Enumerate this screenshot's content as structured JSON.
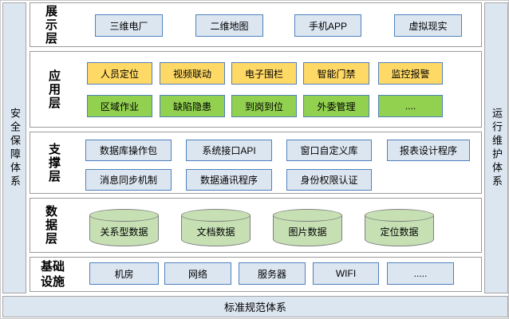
{
  "banners": {
    "left": "安全保障体系",
    "right": "运行维护体系",
    "bottom": "标准规范体系"
  },
  "layers": {
    "presentation": {
      "label": "展示层",
      "items": [
        "三维电厂",
        "二维地图",
        "手机APP",
        "虚拟现实"
      ]
    },
    "application": {
      "label": "应用层",
      "row1": [
        "人员定位",
        "视频联动",
        "电子围栏",
        "智能门禁",
        "监控报警"
      ],
      "row2": [
        "区域作业",
        "缺陷隐患",
        "到岗到位",
        "外委管理",
        "...."
      ]
    },
    "support": {
      "label": "支撑层",
      "row1": [
        "数据库操作包",
        "系统接口API",
        "窗口自定义库",
        "报表设计程序"
      ],
      "row2": [
        "消息同步机制",
        "数据通讯程序",
        "身份权限认证"
      ]
    },
    "data": {
      "label": "数据层",
      "items": [
        "关系型数据",
        "文档数据",
        "图片数据",
        "定位数据"
      ]
    },
    "infrastructure": {
      "label": "基础设施",
      "items": [
        "机房",
        "网络",
        "服务器",
        "WIFI",
        "....."
      ]
    }
  },
  "colors": {
    "banner_fill": "#dce6f1",
    "box_blue_fill": "#dce6f1",
    "box_border_blue": "#4f81bd",
    "box_yellow_fill": "#ffd966",
    "box_green_fill": "#92d050",
    "cylinder_fill": "#c6e0b4",
    "cylinder_border": "#808080",
    "layer_border": "#9b9b9b"
  }
}
